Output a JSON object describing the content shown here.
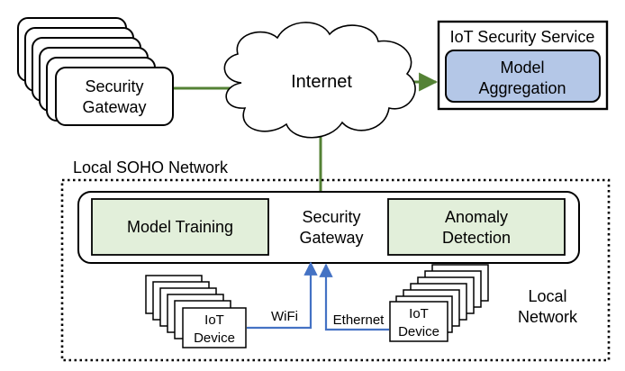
{
  "remote_gateways": {
    "label_line1": "Security",
    "label_line2": "Gateway"
  },
  "internet": {
    "label": "Internet"
  },
  "iot_security_service": {
    "title": "IoT Security Service",
    "model_aggregation_line1": "Model",
    "model_aggregation_line2": "Aggregation"
  },
  "local_soho_network": {
    "label": "Local SOHO Network"
  },
  "local_gateway": {
    "model_training": "Model Training",
    "label_line1": "Security",
    "label_line2": "Gateway",
    "anomaly_line1": "Anomaly",
    "anomaly_line2": "Detection"
  },
  "left_devices": {
    "label_line1": "IoT",
    "label_line2": "Device",
    "link_label": "WiFi"
  },
  "right_devices": {
    "label_line1": "IoT",
    "label_line2": "Device",
    "link_label": "Ethernet"
  },
  "local_network": {
    "label_line1": "Local",
    "label_line2": "Network"
  },
  "colors": {
    "internet_link": "#548235",
    "local_link": "#4472c4",
    "green_fill": "#e2efda",
    "blue_fill": "#b4c7e7"
  }
}
